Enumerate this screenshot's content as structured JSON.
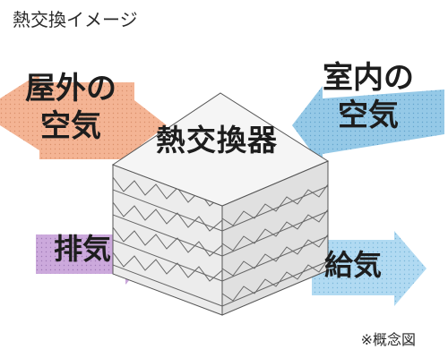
{
  "title": "熱交換イメージ",
  "labels": {
    "outside_air": "屋外の空気",
    "outside_air_line1": "屋外の",
    "outside_air_line2": "空気",
    "inside_air": "室内の空気",
    "inside_air_line1": "室内の",
    "inside_air_line2": "空気",
    "exhaust": "排気",
    "supply": "給気",
    "core": "熱交換器"
  },
  "note": "※概念図",
  "colors": {
    "outside_arrow": "#f3b08e",
    "inside_arrow": "#8fc6e6",
    "exhaust_arrow": "#b48ac9",
    "supply_arrow": "#9fd1ef",
    "core_top": "#f4f4f4",
    "core_side": "#e6e6e6",
    "core_lines": "#555555"
  }
}
